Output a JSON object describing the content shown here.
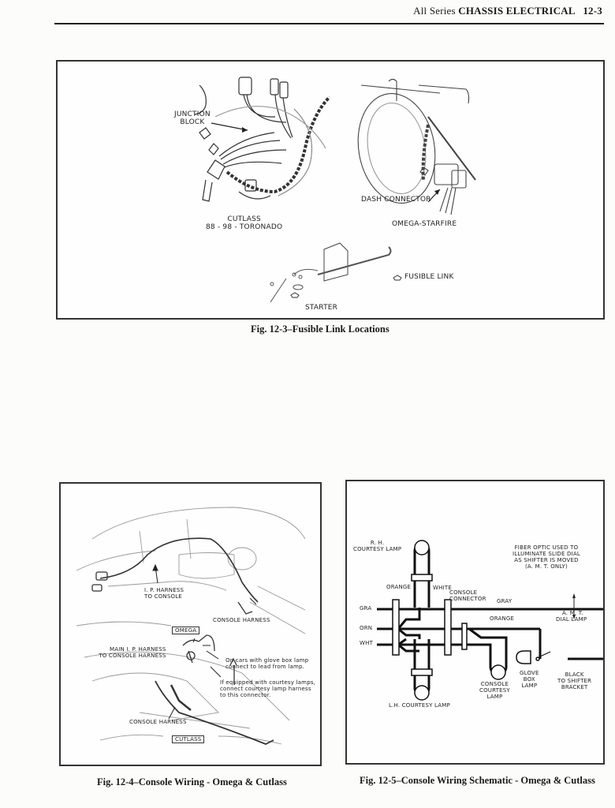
{
  "header": {
    "series": "All Series",
    "section": "CHASSIS ELECTRICAL",
    "page_number": "12-3"
  },
  "fig_12_3": {
    "caption": "Fig. 12-3–Fusible Link Locations",
    "labels": {
      "junction_block": [
        "JUNCTION",
        "BLOCK"
      ],
      "cutlass": [
        "CUTLASS",
        "88 - 98 - TORONADO"
      ],
      "dash_connector": "DASH CONNECTOR",
      "omega_starfire": "OMEGA-STARFIRE",
      "fusible_link_legend": "FUSIBLE LINK",
      "starter": "STARTER"
    }
  },
  "fig_12_4": {
    "caption": "Fig. 12-4–Console Wiring - Omega & Cutlass",
    "labels": {
      "ip_harness": [
        "I. P. HARNESS",
        "TO CONSOLE"
      ],
      "console_harness_top": "CONSOLE HARNESS",
      "omega": "OMEGA",
      "main_ip_harness": [
        "MAIN I. P. HARNESS",
        "TO CONSOLE HARNESS"
      ],
      "glove_box_note": [
        "On cars with glove box lamp",
        "connect to lead from lamp."
      ],
      "courtesy_note": [
        "If equipped with courtesy lamps,",
        "connect courtesy lamp harness",
        "to this connector."
      ],
      "console_harness_bottom": "CONSOLE HARNESS",
      "cutlass": "CUTLASS"
    }
  },
  "fig_12_5": {
    "caption": "Fig. 12-5–Console Wiring Schematic - Omega & Cutlass",
    "labels": {
      "rh_courtesy_lamp": [
        "R. H.",
        "COURTESY LAMP"
      ],
      "orange_top": "ORANGE",
      "white": "WHITE",
      "console_connector": [
        "CONSOLE",
        "CONNECTOR"
      ],
      "gray": "GRAY",
      "fiber_optic_note": [
        "FIBER OPTIC USED TO",
        "ILLUMINATE SLIDE DIAL",
        "AS SHIFTER IS MOVED",
        "(A. M. T. ONLY)"
      ],
      "amt_dial_lamp": [
        "A. M. T.",
        "DIAL LAMP"
      ],
      "orange_mid": "ORANGE",
      "wire_gra": "GRA",
      "wire_orn": "ORN",
      "wire_wht": "WHT",
      "glove_box_lamp": [
        "GLOVE",
        "BOX",
        "LAMP"
      ],
      "black_to_shifter": [
        "BLACK",
        "TO SHIFTER",
        "BRACKET"
      ],
      "console_courtesy_lamp": [
        "CONSOLE",
        "COURTESY",
        "LAMP"
      ],
      "lh_courtesy_lamp": "L.H. COURTESY LAMP"
    }
  }
}
